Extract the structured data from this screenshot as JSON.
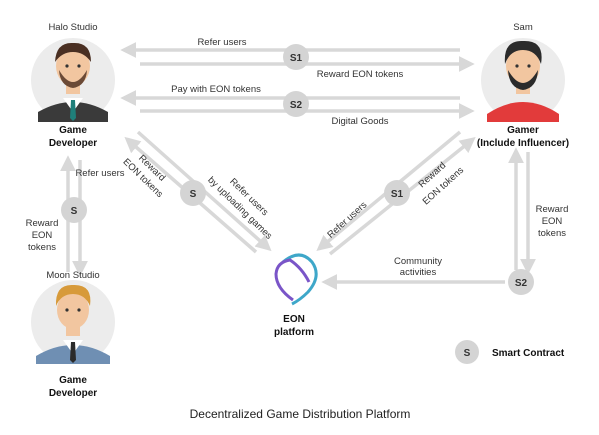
{
  "actors": {
    "halo": {
      "name": "Halo Studio",
      "role_line1": "Game",
      "role_line2": "Developer"
    },
    "sam": {
      "name": "Sam",
      "role_line1": "Gamer",
      "role_line2": "(Include Influencer)"
    },
    "moon": {
      "name": "Moon Studio",
      "role_line1": "Game",
      "role_line2": "Developer"
    },
    "eon": {
      "line1": "EON",
      "line2": "platform"
    }
  },
  "flows": {
    "top_refer": "Refer users",
    "top_reward": "Reward EON tokens",
    "top_pay": "Pay with EON tokens",
    "top_goods": "Digital Goods",
    "left_refer": "Refer users",
    "left_reward_1": "Reward",
    "left_reward_2": "EON",
    "left_reward_3": "tokens",
    "diag_left_reward_1": "Reward",
    "diag_left_reward_2": "EON tokens",
    "diag_left_refer_1": "Refer users",
    "diag_left_refer_2": "by uploading games",
    "diag_right_refer": "Refer users",
    "diag_right_reward_1": "Reward",
    "diag_right_reward_2": "EON tokens",
    "right_reward_1": "Reward",
    "right_reward_2": "EON",
    "right_reward_3": "tokens",
    "community_1": "Community",
    "community_2": "activities"
  },
  "badges": {
    "s1": "S1",
    "s2": "S2",
    "s": "S"
  },
  "legend": {
    "badge": "S",
    "label": "Smart Contract"
  },
  "caption": "Decentralized Game Distribution Platform",
  "colors": {
    "arrow": "#d8d8d8",
    "badge": "#d4d4d4",
    "shirt_red": "#e23b3b",
    "suit_dark": "#3a3a3a",
    "suit_blue": "#6f8fb3",
    "skin": "#f2c6a0",
    "avatar_bg": "#ececec"
  }
}
